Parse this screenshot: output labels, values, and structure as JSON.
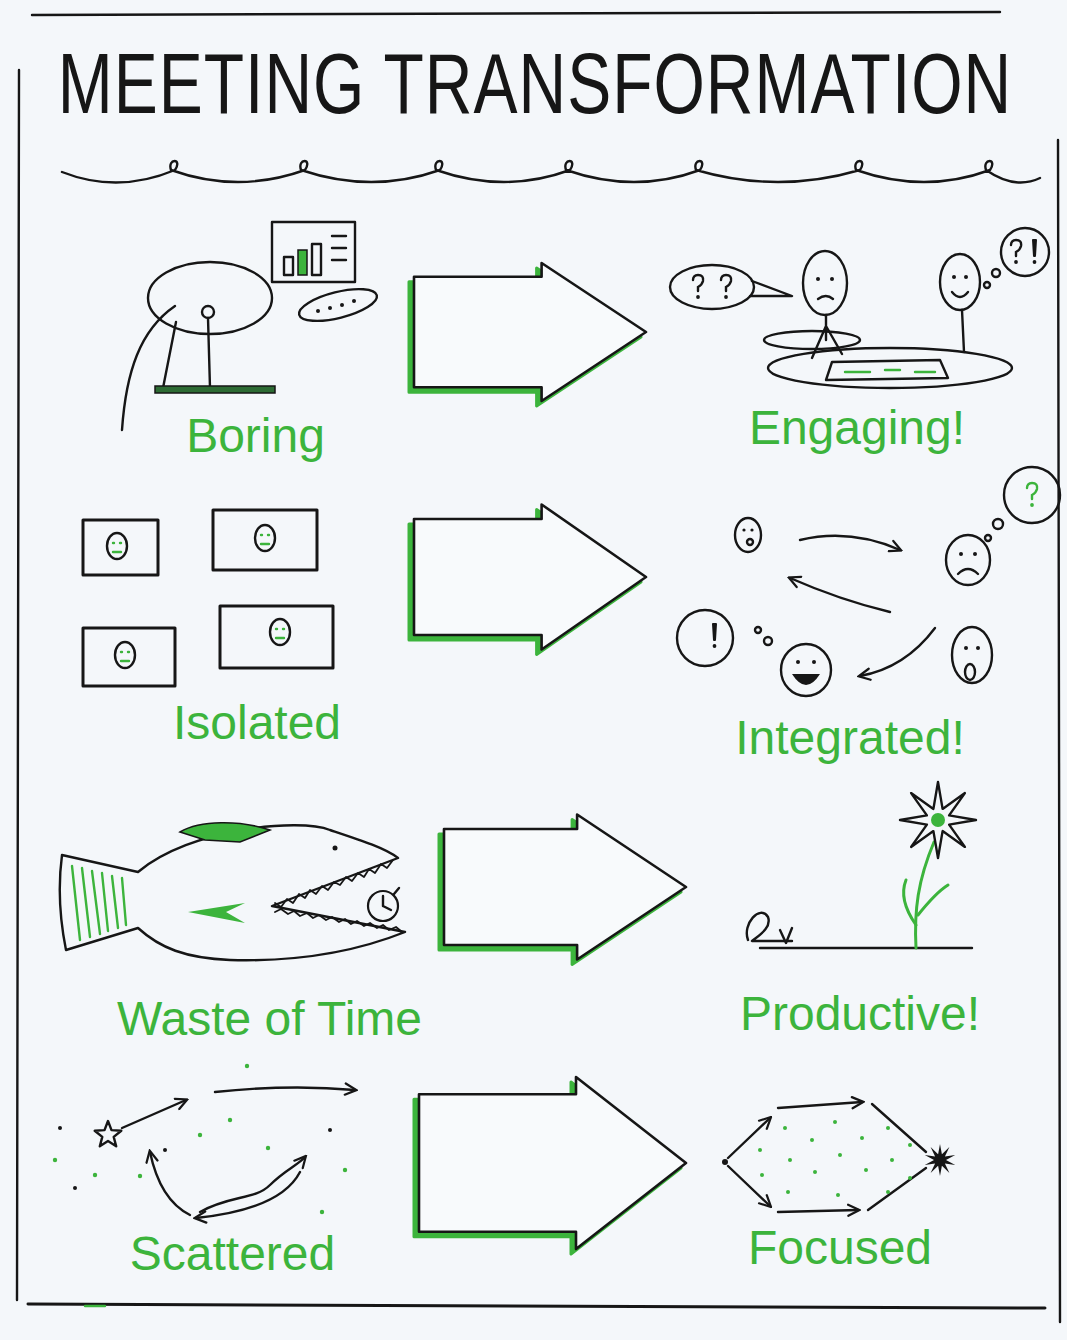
{
  "diagram": {
    "title": "MEETING TRANSFORMATION",
    "nodes": [
      {
        "text": [
          "Boring"
        ]
      },
      {
        "text": [
          "Engaging!"
        ]
      },
      {
        "text": [
          "Isolated"
        ]
      },
      {
        "text": [
          "Integrated!"
        ]
      },
      {
        "text": [
          "Waste of Time"
        ]
      },
      {
        "text": [
          "Productive!"
        ]
      },
      {
        "text": [
          "Scattered"
        ]
      },
      {
        "text": [
          "Focused"
        ]
      }
    ],
    "edges": [
      {
        "from": 0,
        "to": 1,
        "arrow": "to"
      },
      {
        "from": 2,
        "to": 3,
        "arrow": "to"
      },
      {
        "from": 4,
        "to": 5,
        "arrow": "to"
      },
      {
        "from": 6,
        "to": 7,
        "arrow": "to"
      }
    ]
  }
}
